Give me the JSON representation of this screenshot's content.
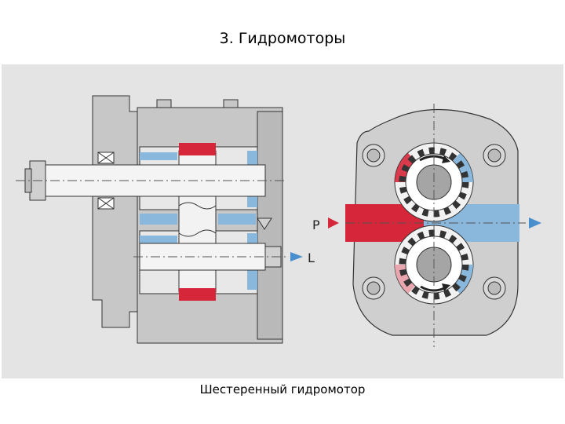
{
  "slide": {
    "title": "3. Гидромоторы",
    "caption": "Шестеренный гидромотор"
  },
  "diagram": {
    "port_pressure_label": "P",
    "port_leak_label": "L",
    "colors": {
      "housing": "#c7c7c7",
      "housing_dark": "#9a9a9a",
      "background": "#e4e4e4",
      "high_pressure": "#d6263a",
      "low_pressure": "#8ab8dc",
      "arrow": "#4a8fcd",
      "red_arrow": "#d6263a"
    }
  }
}
